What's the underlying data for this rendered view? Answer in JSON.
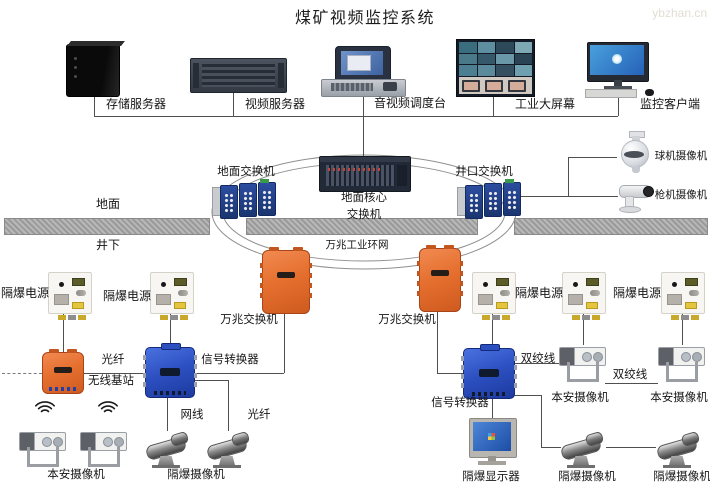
{
  "title": "煤矿视频监控系统",
  "watermark": "ybzhan.cn",
  "surface": {
    "storage_server": "存储服务器",
    "video_server": "视频服务器",
    "av_console": "音视频调度台",
    "video_wall": "工业大屏幕",
    "client": "监控客户端"
  },
  "network": {
    "ground_switch": "地面交换机",
    "core_switch_line1": "地面核心",
    "core_switch_line2": "交换机",
    "wellhead_switch": "井口交换机",
    "dome_camera": "球机摄像机",
    "bullet_camera": "枪机摄像机",
    "zone_surface": "地面",
    "zone_underground": "井下",
    "ring": "万兆工业环网"
  },
  "left": {
    "ten_gig_switch": "万兆交换机",
    "power1": "隔爆电源",
    "power2": "隔爆电源",
    "fiber1": "光纤",
    "signal_converter": "信号转换器",
    "wireless_base": "无线基站",
    "net_cable": "网线",
    "fiber2": "光纤",
    "ia_camera": "本安摄像机",
    "ex_camera": "隔爆摄像机"
  },
  "right": {
    "ten_gig_switch": "万兆交换机",
    "power1": "隔爆电源",
    "power2": "隔爆电源",
    "signal_converter": "信号转换器",
    "twisted_pair1": "双绞线",
    "twisted_pair2": "双绞线",
    "ia_camera1": "本安摄像机",
    "ia_camera2": "本安摄像机",
    "ex_display": "隔爆显示器",
    "ex_camera1": "隔爆摄像机",
    "ex_camera2": "隔爆摄像机"
  },
  "colors": {
    "accent_orange": "#e8703a",
    "accent_blue": "#2f55c0",
    "line": "#4f4f4f",
    "ground_bar": "#a9a9a9"
  }
}
